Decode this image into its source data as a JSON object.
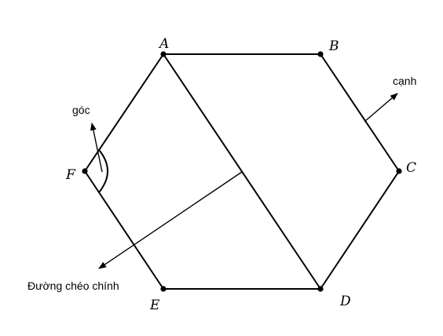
{
  "vertices": {
    "A": "A",
    "B": "B",
    "C": "C",
    "D": "D",
    "E": "E",
    "F": "F"
  },
  "annotations": {
    "angle": "góc",
    "side": "cạnh",
    "main_diagonal": "Đường chéo chính"
  },
  "colors": {
    "stroke": "#000000",
    "background": "#ffffff"
  }
}
